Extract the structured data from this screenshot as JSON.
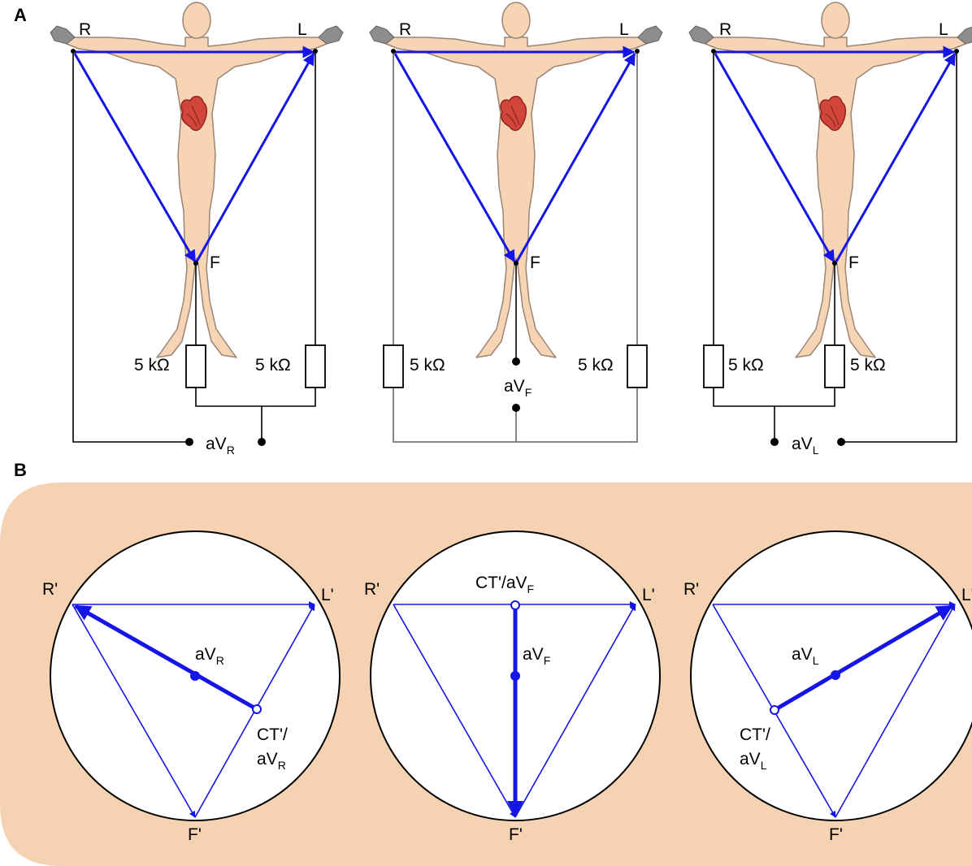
{
  "panel_a": {
    "label": "A",
    "limbs": {
      "right": "R",
      "left": "L",
      "foot": "F"
    },
    "resistor_label": "5 kΩ",
    "leads": [
      {
        "base": "aV",
        "subscript": "R"
      },
      {
        "base": "aV",
        "subscript": "F"
      },
      {
        "base": "aV",
        "subscript": "L"
      }
    ]
  },
  "panel_b": {
    "label": "B",
    "vertices": {
      "right": "R'",
      "left": "L'",
      "foot": "F'"
    },
    "central_terminal": "CT'/",
    "leads": [
      {
        "base": "aV",
        "subscript": "R"
      },
      {
        "base": "aV",
        "subscript": "F"
      },
      {
        "base": "aV",
        "subscript": "L"
      }
    ]
  },
  "colors": {
    "vector_blue": "#1515e6",
    "skin": "#f7d4b4",
    "skin_outline": "#9a8576",
    "heart": "#d2453a",
    "panel_b_background": "#f5d2b2",
    "wire_black": "#000000",
    "wire_gray": "#777777"
  }
}
